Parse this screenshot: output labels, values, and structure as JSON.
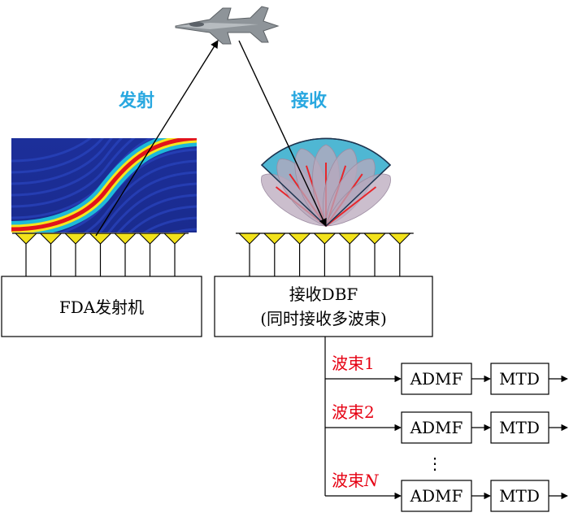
{
  "labels": {
    "transmit": "发射",
    "receive": "接收"
  },
  "blocks": {
    "fda_transmitter": "FDA发射机",
    "receive_dbf_line1": "接收DBF",
    "receive_dbf_line2": "(同时接收多波束)",
    "admf": "ADMF",
    "mtd": "MTD"
  },
  "beams": [
    {
      "prefix": "波束",
      "index": "1"
    },
    {
      "prefix": "波束",
      "index": "2"
    },
    {
      "prefix": "波束",
      "index": "N"
    }
  ],
  "ellipsis": "⋮",
  "colors": {
    "label_blue": "#29a8e0",
    "beam_red": "#e60012",
    "antenna_yellow": "#f2e21b",
    "sector_cyan": "#4fb7d3"
  }
}
